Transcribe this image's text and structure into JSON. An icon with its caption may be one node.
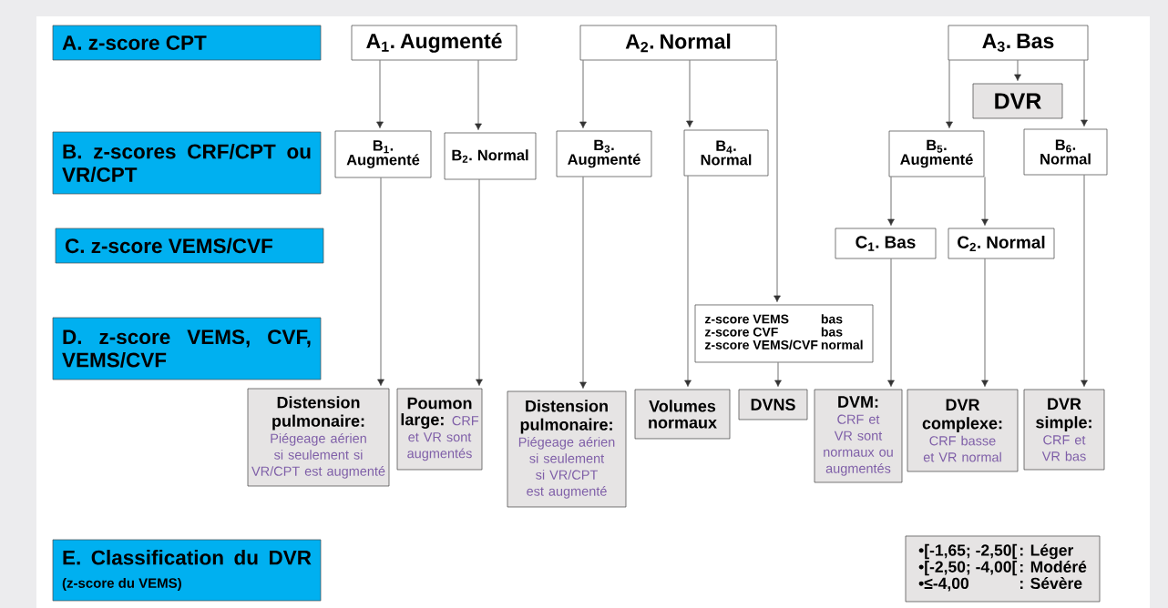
{
  "diagram": {
    "nodes": [
      {
        "text": [
          "A. z-score CPT"
        ]
      },
      {
        "text": [
          "B. z-scores CRF/CPT ou VR/CPT"
        ]
      },
      {
        "text": [
          "C. z-score VEMS/CVF"
        ]
      },
      {
        "text": [
          "D. z-score VEMS, CVF, VEMS/CVF"
        ]
      },
      {
        "text": [
          "E. Classification du DVR",
          "(z-score du VEMS)"
        ]
      },
      {
        "text": [
          "A$_{1}$. Augmenté"
        ]
      },
      {
        "text": [
          "A$_{2}$. Normal"
        ]
      },
      {
        "text": [
          "A$_{3}$. Bas"
        ]
      },
      {
        "text": [
          "DVR"
        ]
      },
      {
        "text": [
          "B$_{1}$. Augmenté"
        ]
      },
      {
        "text": [
          "B$_{2}$. Normal"
        ]
      },
      {
        "text": [
          "B$_{3}$. Augmenté"
        ]
      },
      {
        "text": [
          "B$_{4}$. Normal"
        ]
      },
      {
        "text": [
          "B$_{5}$. Augmenté"
        ]
      },
      {
        "text": [
          "B$_{6}$. Normal"
        ]
      },
      {
        "text": [
          "C$_{1}$. Bas"
        ]
      },
      {
        "text": [
          "C$_{2}$. Normal"
        ]
      },
      {
        "text": [
          "z-score VEMS",
          "bas",
          "z-score CVF",
          "bas",
          "z-score VEMS/CVF",
          "normal"
        ]
      },
      {
        "text": [
          "Distension pulmonaire:",
          "Piégeage aérien si seulement si VR/CPT est augmenté"
        ]
      },
      {
        "text": [
          "Poumon large:",
          "CRF et VR sont augmentés"
        ]
      },
      {
        "text": [
          "Distension pulmonaire:",
          "Piégeage aérien si seulement si VR/CPT est augmenté"
        ]
      },
      {
        "text": [
          "Volumes normaux"
        ]
      },
      {
        "text": [
          "DVNS"
        ]
      },
      {
        "text": [
          "DVM:",
          "CRF et VR sont normaux ou augmentés"
        ]
      },
      {
        "text": [
          "DVR complexe:",
          "CRF basse et VR normal"
        ]
      },
      {
        "text": [
          "DVR simple:",
          "CRF et VR bas"
        ]
      },
      {
        "text": [
          "•[-1,65; -2,50[",
          ": Léger",
          "•[-2,50; -4,00[",
          ": Modéré",
          "•≤-4,00",
          ": Sévère"
        ]
      }
    ],
    "edges": [
      {
        "from": 5,
        "to": 9,
        "arrow": "to"
      },
      {
        "from": 5,
        "to": 10,
        "arrow": "to"
      },
      {
        "from": 6,
        "to": 11,
        "arrow": "to"
      },
      {
        "from": 6,
        "to": 12,
        "arrow": "to"
      },
      {
        "from": 6,
        "to": 17,
        "arrow": "to"
      },
      {
        "from": 7,
        "to": 13,
        "arrow": "to"
      },
      {
        "from": 7,
        "to": 8,
        "arrow": "to"
      },
      {
        "from": 7,
        "to": 14,
        "arrow": "to"
      },
      {
        "from": 9,
        "to": 18,
        "arrow": "to"
      },
      {
        "from": 10,
        "to": 19,
        "arrow": "to"
      },
      {
        "from": 11,
        "to": 20,
        "arrow": "to"
      },
      {
        "from": 12,
        "to": 21,
        "arrow": "to"
      },
      {
        "from": 13,
        "to": 15,
        "arrow": "to"
      },
      {
        "from": 13,
        "to": 16,
        "arrow": "to"
      },
      {
        "from": 14,
        "to": 25,
        "arrow": "to"
      },
      {
        "from": 15,
        "to": 23,
        "arrow": "to"
      },
      {
        "from": 16,
        "to": 24,
        "arrow": "to"
      },
      {
        "from": 17,
        "to": 22,
        "arrow": "to"
      }
    ]
  }
}
